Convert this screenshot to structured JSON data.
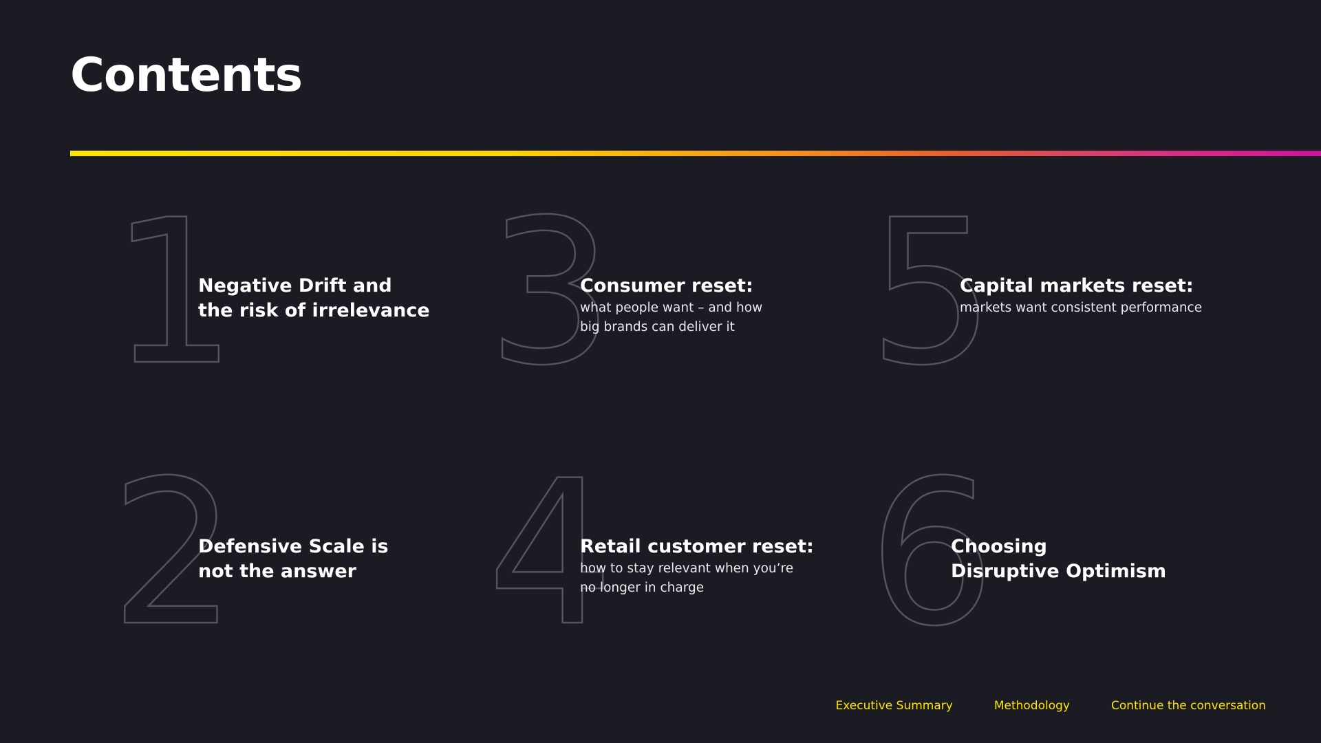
{
  "page": {
    "title": "Contents"
  },
  "sections": [
    {
      "number": "1",
      "heading": "Negative Drift and\nthe risk of irrelevance",
      "subtitle": ""
    },
    {
      "number": "2",
      "heading": "Defensive Scale is\nnot the answer",
      "subtitle": ""
    },
    {
      "number": "3",
      "heading": "Consumer reset:",
      "subtitle": "what people want – and how\nbig brands can deliver it"
    },
    {
      "number": "4",
      "heading": "Retail customer reset:",
      "subtitle": "how to stay relevant when you’re\nno longer in charge"
    },
    {
      "number": "5",
      "heading": "Capital markets reset:",
      "subtitle": "markets want consistent performance"
    },
    {
      "number": "6",
      "heading": "Choosing\nDisruptive Optimism",
      "subtitle": ""
    }
  ],
  "footer": {
    "links": [
      "Executive Summary",
      "Methodology",
      "Continue the conversation"
    ]
  },
  "colors": {
    "background": "#1b1b24",
    "accent_yellow": "#ffe600",
    "accent_magenta": "#c8159c",
    "outline_number": "#54545f"
  }
}
